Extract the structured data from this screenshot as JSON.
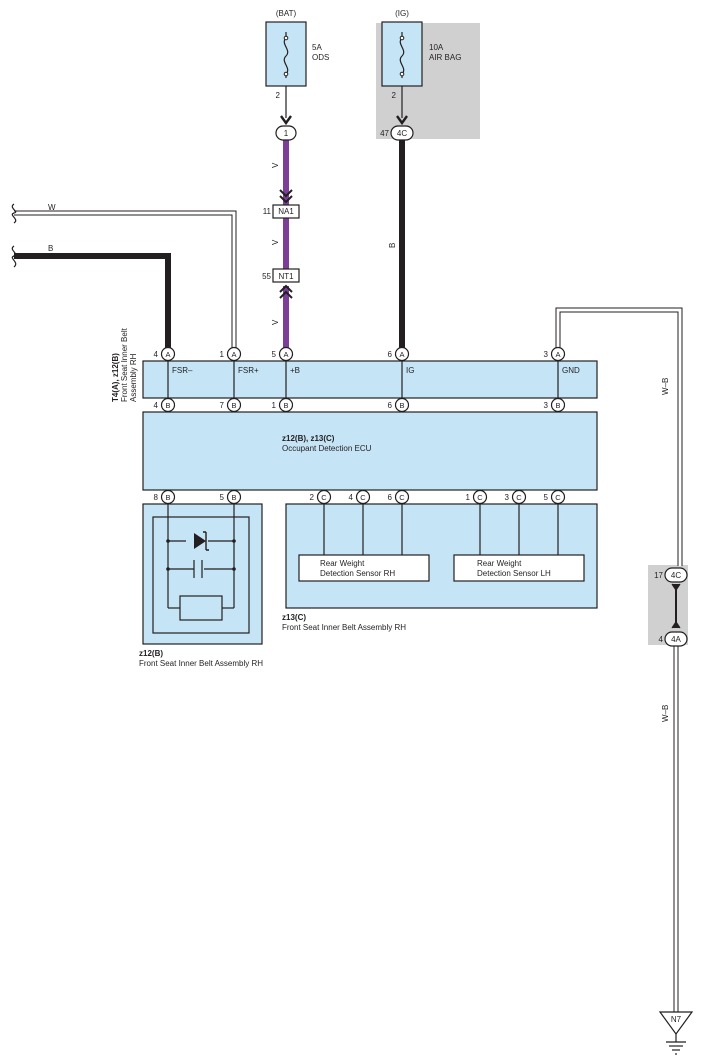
{
  "fuses": {
    "bat": {
      "source": "(BAT)",
      "rating": "5A",
      "name": "ODS",
      "pin": "2"
    },
    "ig": {
      "source": "(IG)",
      "rating": "10A",
      "name": "AIR BAG",
      "pin": "2"
    }
  },
  "connectors": {
    "c1": {
      "label": "1"
    },
    "c4c_top": {
      "label": "4C",
      "pin": "47"
    },
    "na1": {
      "label": "NA1",
      "pin": "11"
    },
    "nt1": {
      "label": "NT1",
      "pin": "55"
    },
    "c4c_right": {
      "label": "4C",
      "pin": "17"
    },
    "c4a_right": {
      "label": "4A",
      "pin": "4"
    }
  },
  "wires": {
    "w_top": "W",
    "b_left": "B",
    "v1": "V",
    "v2": "V",
    "v3": "V",
    "b_ig": "B",
    "wb1": "W–B",
    "wb2": "W–B"
  },
  "module_a": {
    "side_label_bold": "T4(A), z12(B)",
    "side_label_1": "Front Seat Inner Belt",
    "side_label_2": "Assembly RH",
    "terminals": [
      {
        "num": "4",
        "conn": "A",
        "name": "FSR–"
      },
      {
        "num": "1",
        "conn": "A",
        "name": "FSR+"
      },
      {
        "num": "5",
        "conn": "A",
        "name": "+B"
      },
      {
        "num": "6",
        "conn": "A",
        "name": "IG"
      },
      {
        "num": "3",
        "conn": "A",
        "name": "GND"
      }
    ],
    "bottom_pins": [
      {
        "num": "4",
        "conn": "B"
      },
      {
        "num": "7",
        "conn": "B"
      },
      {
        "num": "1",
        "conn": "B"
      },
      {
        "num": "6",
        "conn": "B"
      },
      {
        "num": "3",
        "conn": "B"
      }
    ]
  },
  "ecu": {
    "title": "z12(B), z13(C)",
    "name": "Occupant Detection ECU"
  },
  "ecu_bottom_pins": [
    {
      "num": "8",
      "conn": "B"
    },
    {
      "num": "5",
      "conn": "B"
    },
    {
      "num": "2",
      "conn": "C"
    },
    {
      "num": "4",
      "conn": "C"
    },
    {
      "num": "6",
      "conn": "C"
    },
    {
      "num": "1",
      "conn": "C"
    },
    {
      "num": "3",
      "conn": "C"
    },
    {
      "num": "5",
      "conn": "C"
    }
  ],
  "assy_b": {
    "title": "z12(B)",
    "name": "Front Seat Inner Belt Assembly RH"
  },
  "assy_c": {
    "title": "z13(C)",
    "name": "Front Seat Inner Belt Assembly RH",
    "sensor_rh": {
      "line1": "Rear Weight",
      "line2": "Detection Sensor RH"
    },
    "sensor_lh": {
      "line1": "Rear Weight",
      "line2": "Detection Sensor LH"
    }
  },
  "ground": {
    "label": "N7"
  },
  "colors": {
    "violet_wire": "#7b3f98",
    "module_fill": "#c5e4f5",
    "shade": "#d0d0d0"
  }
}
